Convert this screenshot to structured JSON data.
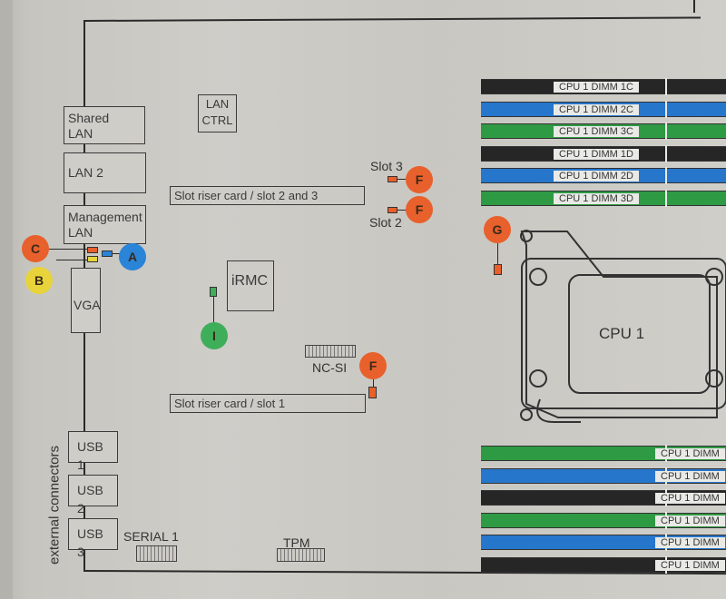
{
  "diagram": {
    "title": "System board connectors and indicators",
    "side_label": "external connectors",
    "ports": [
      {
        "id": "shared-lan",
        "label_line1": "Shared",
        "label_line2": "LAN"
      },
      {
        "id": "lan-2",
        "label_line1": "LAN 2",
        "label_line2": ""
      },
      {
        "id": "management-lan",
        "label_line1": "Management",
        "label_line2": "LAN"
      },
      {
        "id": "vga",
        "label_line1": "VGA",
        "label_line2": ""
      },
      {
        "id": "usb-1",
        "label_line1": "USB 1",
        "label_line2": ""
      },
      {
        "id": "usb-2",
        "label_line1": "USB 2",
        "label_line2": ""
      },
      {
        "id": "usb-3",
        "label_line1": "USB 3",
        "label_line2": ""
      }
    ],
    "components": {
      "lan_ctrl_line1": "LAN",
      "lan_ctrl_line2": "CTRL",
      "irmc": "iRMC",
      "riser_23": "Slot riser card / slot 2 and 3",
      "riser_1": "Slot riser card / slot 1",
      "slot3": "Slot 3",
      "slot2": "Slot 2",
      "ncsi": "NC-SI",
      "serial1": "SERIAL 1",
      "tpm": "TPM",
      "cpu": "CPU 1"
    },
    "indicators": [
      {
        "letter": "A",
        "color": "#2a84d8"
      },
      {
        "letter": "B",
        "color": "#e8d43a"
      },
      {
        "letter": "C",
        "color": "#e8602c"
      },
      {
        "letter": "F",
        "color": "#e8602c"
      },
      {
        "letter": "G",
        "color": "#e8602c"
      },
      {
        "letter": "I",
        "color": "#3fae5a"
      }
    ],
    "dimms_top": [
      {
        "label": "CPU 1 DIMM 1C",
        "color": "#262626"
      },
      {
        "label": "CPU 1 DIMM 2C",
        "color": "#2676cc"
      },
      {
        "label": "CPU 1 DIMM 3C",
        "color": "#2f9a44"
      },
      {
        "label": "CPU 1 DIMM 1D",
        "color": "#262626"
      },
      {
        "label": "CPU 1 DIMM 2D",
        "color": "#2676cc"
      },
      {
        "label": "CPU 1 DIMM 3D",
        "color": "#2f9a44"
      }
    ],
    "dimms_bottom": [
      {
        "label": "CPU 1 DIMM",
        "color": "#2f9a44"
      },
      {
        "label": "CPU 1 DIMM",
        "color": "#2676cc"
      },
      {
        "label": "CPU 1 DIMM",
        "color": "#262626"
      },
      {
        "label": "CPU 1 DIMM",
        "color": "#2f9a44"
      },
      {
        "label": "CPU 1 DIMM",
        "color": "#2676cc"
      },
      {
        "label": "CPU 1 DIMM",
        "color": "#262626"
      }
    ]
  }
}
